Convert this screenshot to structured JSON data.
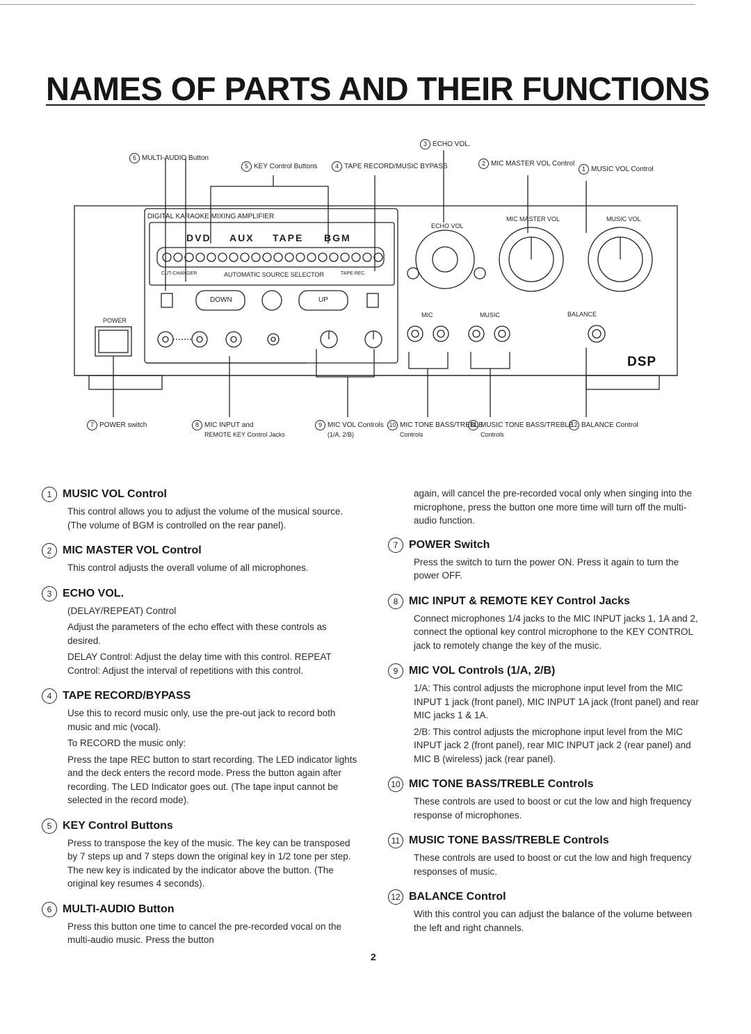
{
  "title": "NAMES OF PARTS AND THEIR FUNCTIONS",
  "callouts": {
    "c3": {
      "num": "3",
      "label": "ECHO VOL."
    },
    "c6": {
      "num": "6",
      "label": "MULTI-AUDIO Button"
    },
    "c5": {
      "num": "5",
      "label": "KEY Control Buttons"
    },
    "c4": {
      "num": "4",
      "label": "TAPE RECORD/MUSIC BYPASS"
    },
    "c2": {
      "num": "2",
      "label": "MIC MASTER VOL Control"
    },
    "c1": {
      "num": "1",
      "label": "MUSIC VOL Control"
    },
    "c7": {
      "num": "7",
      "label": "POWER switch"
    },
    "c8": {
      "num": "8",
      "label": "MIC INPUT and",
      "sub": "REMOTE KEY Control Jacks"
    },
    "c9": {
      "num": "9",
      "label": "MIC VOL Controls",
      "sub": "(1/A, 2/B)"
    },
    "c10": {
      "num": "10",
      "label": "MIC TONE BASS/TREBLE",
      "sub": "Controls"
    },
    "c11": {
      "num": "11",
      "label": "MUSIC TONE BASS/TREBLE",
      "sub": "Controls"
    },
    "c12": {
      "num": "12",
      "label": "BALANCE Control"
    }
  },
  "panel": {
    "header": "DIGITAL KARAOKE MIXING AMPLIFIER",
    "sources": [
      "DVD",
      "AUX",
      "TAPE",
      "BGM"
    ],
    "cut_changer": "CUT-CHANGER",
    "selector": "AUTOMATIC SOURCE SELECTOR",
    "tape_rec": "TAPE REC",
    "down": "DOWN",
    "up": "UP",
    "power": "POWER",
    "echo_vol": "ECHO VOL",
    "mic_master_vol": "MIC MASTER VOL",
    "music_vol": "MUSIC VOL",
    "mic": "MIC",
    "music": "MUSIC",
    "balance": "BALANCE",
    "dsp": "DSP"
  },
  "left_sections": [
    {
      "num": "1",
      "heading": "MUSIC VOL Control",
      "paras": [
        "This control allows you to adjust the volume of the musical source. (The volume of BGM is controlled on the rear panel)."
      ]
    },
    {
      "num": "2",
      "heading": "MIC MASTER VOL Control",
      "paras": [
        "This control adjusts the overall volume of all microphones."
      ]
    },
    {
      "num": "3",
      "heading": "ECHO VOL.",
      "paras": [
        "(DELAY/REPEAT) Control",
        "Adjust the parameters of the echo effect with these controls as desired.",
        "DELAY Control: Adjust the delay time with this control. REPEAT Control: Adjust the interval of repetitions with this control."
      ]
    },
    {
      "num": "4",
      "heading": "TAPE RECORD/BYPASS",
      "paras": [
        "Use this to record music only, use the pre-out jack to record both music and mic (vocal).",
        "To RECORD the music only:",
        "Press the tape REC button to start recording. The LED indicator lights and the deck enters the record mode. Press the button again after recording. The LED Indicator goes out. (The tape input cannot be selected in the record mode)."
      ]
    },
    {
      "num": "5",
      "heading": "KEY Control Buttons",
      "paras": [
        "Press to transpose the key of the music. The key can be transposed by 7 steps up and 7 steps down the original key in 1/2 tone per step. The new key is indicated by the indicator above the button. (The original key resumes 4 seconds)."
      ]
    },
    {
      "num": "6",
      "heading": "MULTI-AUDIO Button",
      "paras": [
        "Press this button one time to cancel the pre-recorded vocal on the multi-audio music. Press the button"
      ]
    }
  ],
  "right_intro": "again, will cancel the pre-recorded vocal only when singing into the microphone, press the button one more time will turn off the multi-audio function.",
  "right_sections": [
    {
      "num": "7",
      "heading": "POWER Switch",
      "paras": [
        "Press the switch to turn the power ON. Press it again to turn the power OFF."
      ]
    },
    {
      "num": "8",
      "heading": "MIC INPUT & REMOTE KEY Control Jacks",
      "paras": [
        "Connect microphones 1/4 jacks to the MIC INPUT jacks 1, 1A and 2, connect the optional key control microphone to the KEY CONTROL jack to remotely change the key of the music."
      ]
    },
    {
      "num": "9",
      "heading": "MIC VOL Controls (1/A, 2/B)",
      "paras": [
        "1/A: This control adjusts the microphone input level from the MIC INPUT 1 jack (front panel), MIC INPUT 1A jack (front panel) and rear MIC jacks 1 & 1A.",
        "2/B: This control adjusts the microphone input level from the MIC INPUT jack 2 (front panel), rear MIC INPUT jack 2 (rear panel) and MIC B (wireless) jack (rear panel)."
      ]
    },
    {
      "num": "10",
      "heading": "MIC TONE BASS/TREBLE Controls",
      "paras": [
        "These controls are used to boost or cut the low and high frequency response of microphones."
      ]
    },
    {
      "num": "11",
      "heading": "MUSIC TONE BASS/TREBLE Controls",
      "paras": [
        "These controls are used to boost or cut the low and high frequency responses of music."
      ]
    },
    {
      "num": "12",
      "heading": "BALANCE Control",
      "paras": [
        "With this control you can adjust the balance of the volume between the left and right channels."
      ]
    }
  ],
  "page_number": "2"
}
